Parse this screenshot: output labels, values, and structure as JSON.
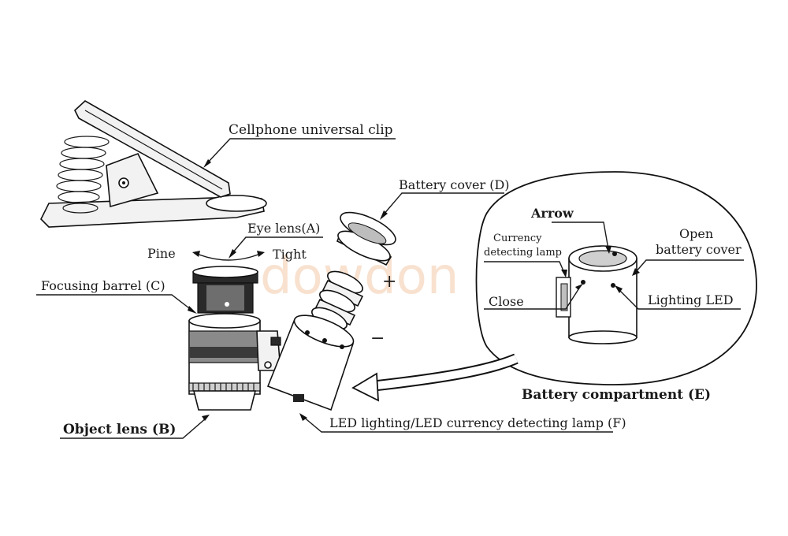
{
  "labels": {
    "clip": "Cellphone universal clip",
    "battery_cover_d": "Battery cover (D)",
    "eye_lens": "Eye lens(A)",
    "pine": "Pine",
    "tight": "Tight",
    "focusing_barrel": "Focusing barrel (C)",
    "object_lens": "Object lens (B)",
    "led_lamp": "LED lighting/LED currency detecting lamp (F)",
    "plus": "+",
    "minus": "−",
    "arrow": "Arrow",
    "currency_lamp_1": "Currency",
    "currency_lamp_2": "detecting lamp",
    "open_cover_1": "Open",
    "open_cover_2": "battery cover",
    "close": "Close",
    "lighting_led": "Lighting LED",
    "battery_compartment": "Battery compartment (E)"
  },
  "watermark": "dowdon",
  "colors": {
    "ink": "#1a1a1a",
    "watermark": "#f3c9a8"
  }
}
